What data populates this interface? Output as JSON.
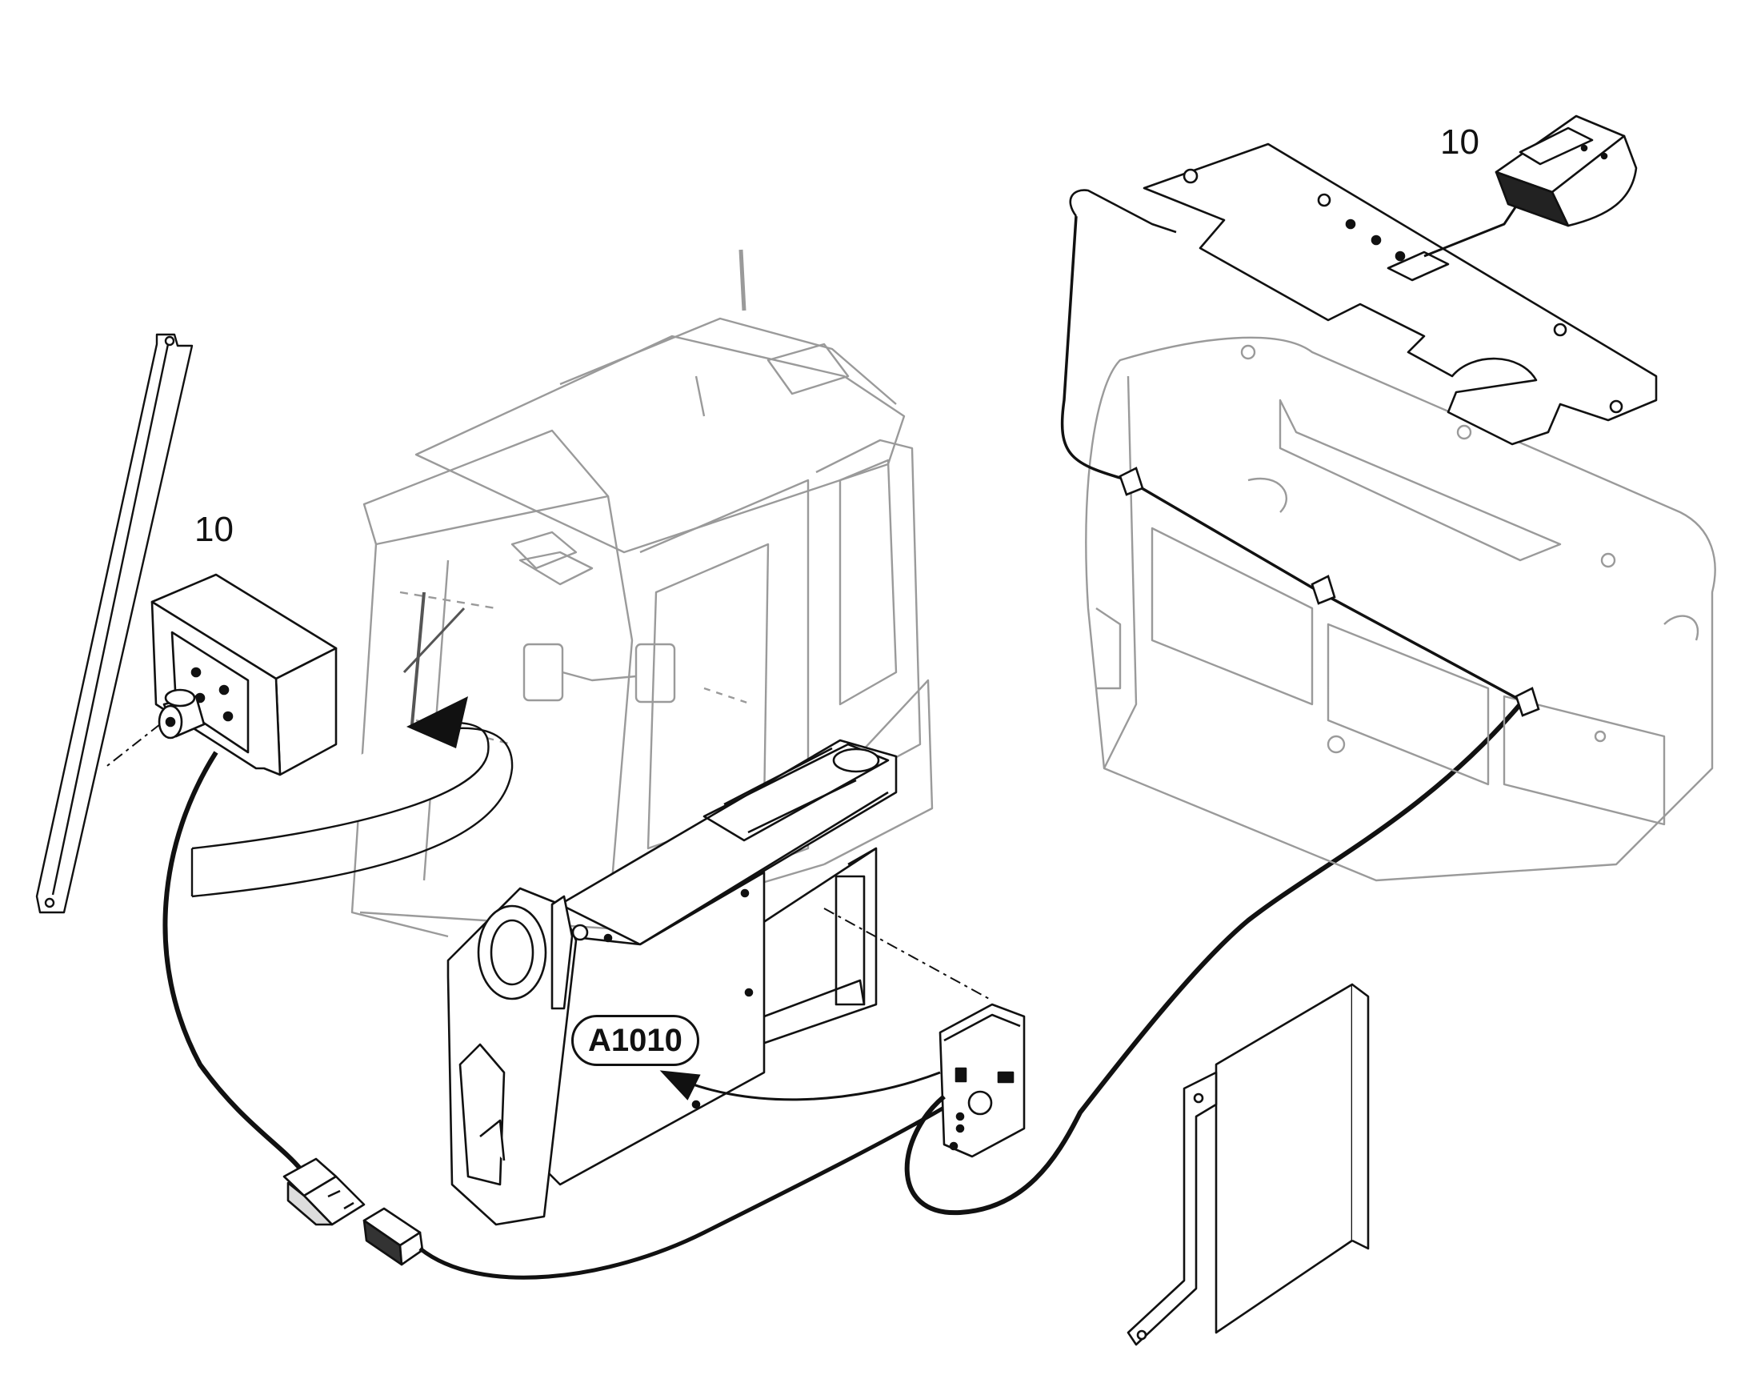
{
  "callouts": {
    "left_camera": "10",
    "right_camera": "10",
    "reference": "A1010"
  },
  "colors": {
    "ink": "#111111",
    "faded_line": "#9a9a9a",
    "background": "#ffffff"
  }
}
